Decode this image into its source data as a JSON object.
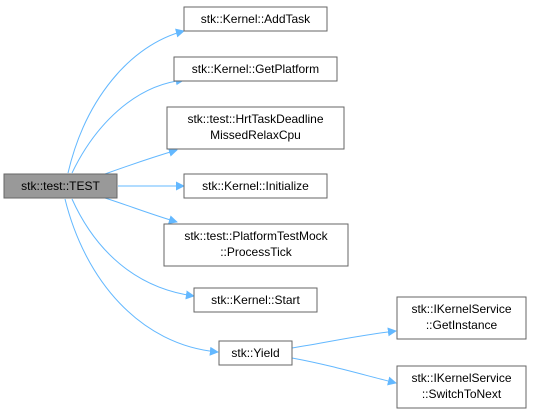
{
  "nodes": {
    "root": [
      "stk::test::TEST"
    ],
    "add_task": [
      "stk::Kernel::AddTask"
    ],
    "get_platform": [
      "stk::Kernel::GetPlatform"
    ],
    "hrt": [
      "stk::test::HrtTaskDeadline",
      "MissedRelaxCpu"
    ],
    "initialize": [
      "stk::Kernel::Initialize"
    ],
    "process_tick": [
      "stk::test::PlatformTestMock",
      "::ProcessTick"
    ],
    "start": [
      "stk::Kernel::Start"
    ],
    "yield": [
      "stk::Yield"
    ],
    "get_instance": [
      "stk::IKernelService",
      "::GetInstance"
    ],
    "switch_to_next": [
      "stk::IKernelService",
      "::SwitchToNext"
    ]
  },
  "colors": {
    "edge": "#63b8ff",
    "node_border": "#666666",
    "root_fill": "#999999",
    "node_fill": "#ffffff"
  }
}
